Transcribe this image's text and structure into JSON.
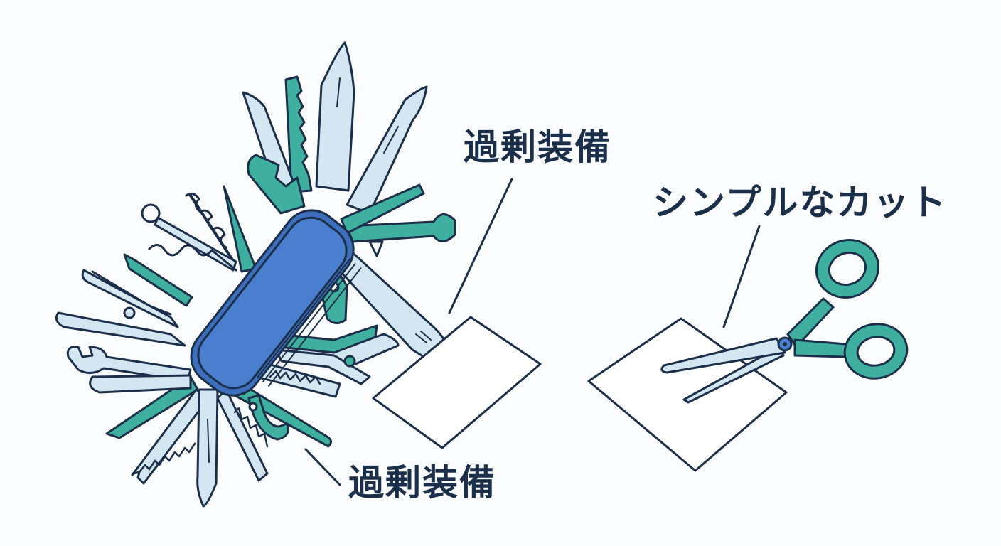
{
  "labels": {
    "overkill_top": "過剰装備",
    "overkill_bottom": "過剰装備",
    "simple_cut": "シンプルなカット"
  },
  "colors": {
    "outline": "#1b2f4a",
    "blade_light": "#d4e6f2",
    "tool_teal": "#3fb0a0",
    "handle_blue": "#4a7fcf",
    "paper": "#ffffff",
    "background": "#fbfcfd"
  },
  "icons": {
    "left": "multi-tool-knife-icon",
    "right": "scissors-icon"
  }
}
